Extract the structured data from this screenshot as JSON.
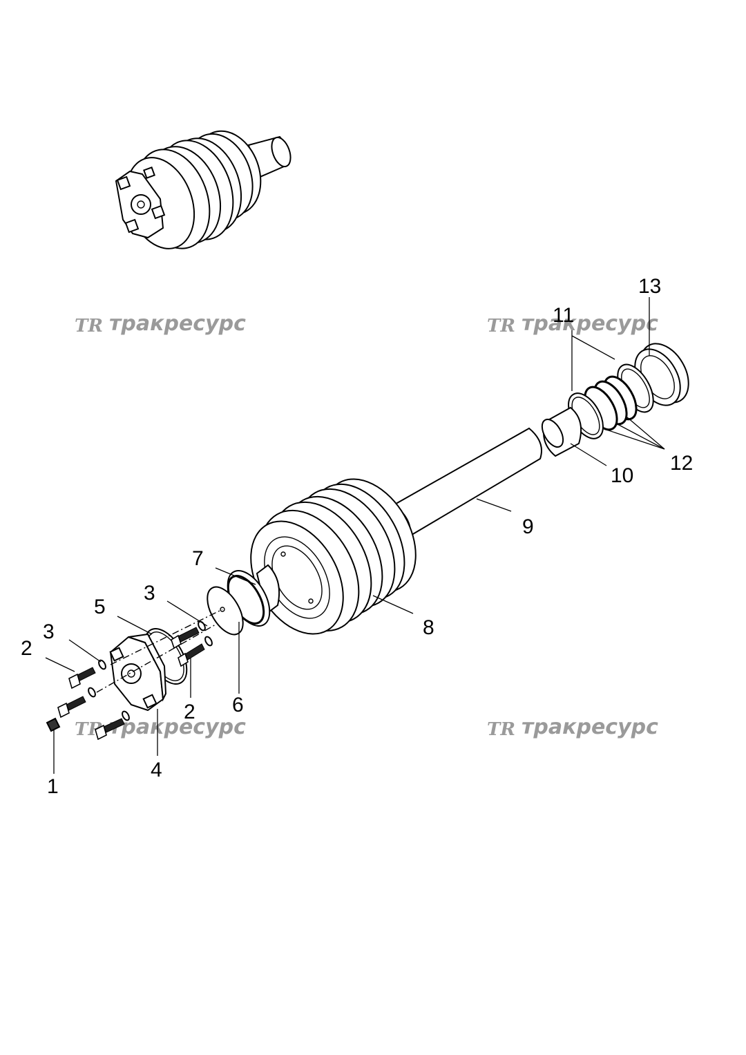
{
  "watermark": {
    "logo": "TR",
    "text": "тракресурс"
  },
  "callouts": {
    "c1": "1",
    "c2a": "2",
    "c2b": "2",
    "c3a": "3",
    "c3b": "3",
    "c4": "4",
    "c5": "5",
    "c6": "6",
    "c7": "7",
    "c8": "8",
    "c9": "9",
    "c10": "10",
    "c11": "11",
    "c12": "12",
    "c13": "13"
  }
}
